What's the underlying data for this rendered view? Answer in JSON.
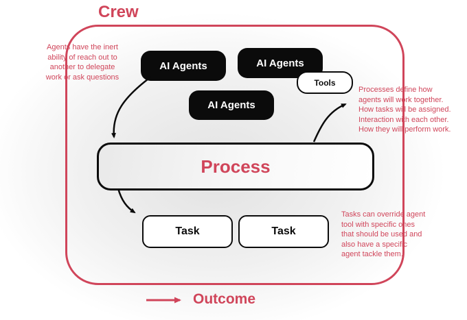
{
  "colors": {
    "accent": "#d0455a",
    "box_black": "#0b0b0b",
    "box_white": "#ffffff"
  },
  "title": "Crew",
  "diagram": {
    "agent_box_1": "AI Agents",
    "agent_box_2": "AI Agents",
    "agent_box_3": "AI Agents",
    "tools_box": "Tools",
    "process_box": "Process",
    "task_box_1": "Task",
    "task_box_2": "Task"
  },
  "annotations": {
    "left": "Agents have the inert\nability of reach out to\nanother to delegate\nwork or ask questions",
    "right_top": "Processes define how\nagents will work together.\nHow tasks will be assigned.\nInteraction with each other.\nHow they will perform work.",
    "right_bottom": "Tasks can override agent\ntool with specific ones\nthat should be used and\nalso have a specific\nagent tackle them."
  },
  "outcome_label": "Outcome"
}
